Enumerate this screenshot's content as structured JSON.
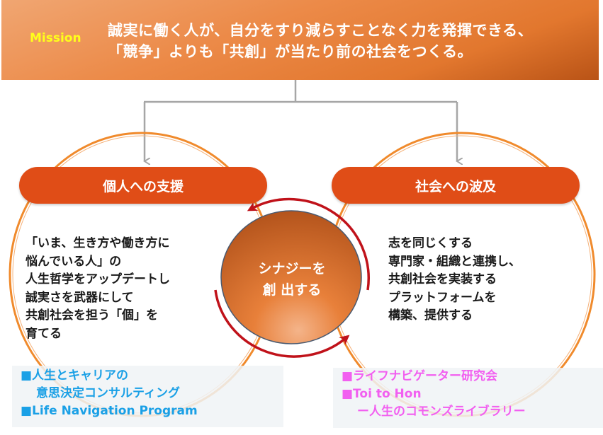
{
  "mission": {
    "label": "Mission",
    "line1": "誠実に働く人が、自分をすり減らすことなく力を発揮できる、",
    "line2": "「競争」よりも「共創」が当たり前の社会をつくる。"
  },
  "left": {
    "title": "個人への支援",
    "lines": [
      "「いま、生き方や働き方に",
      "悩んでいる人」の",
      "人生哲学をアップデートし",
      "誠実さを武器にして",
      "共創社会を担う「個」を",
      "育てる"
    ],
    "programs": [
      "■人生とキャリアの",
      "意思決定コンサルティング",
      "■Life Navigation Program"
    ]
  },
  "right": {
    "title": "社会への波及",
    "lines": [
      "志を同じくする",
      "専門家・組織と連携し、",
      "共創社会を実装する",
      "プラットフォームを",
      "構築、提供する"
    ],
    "programs": [
      "■ライフナビゲーター研究会",
      "■Toi to Hon",
      "ー人生のコモンズライブラリー"
    ]
  },
  "center": {
    "line1": "シナジーを",
    "line2": "創 出する"
  },
  "colors": {
    "orange": "#e04d17",
    "ring": "#f08a2c",
    "arrow": "#c0121a",
    "connector": "#a6a6a6",
    "blue_text": "#1aa0e6",
    "pink_text": "#f25ff0"
  }
}
